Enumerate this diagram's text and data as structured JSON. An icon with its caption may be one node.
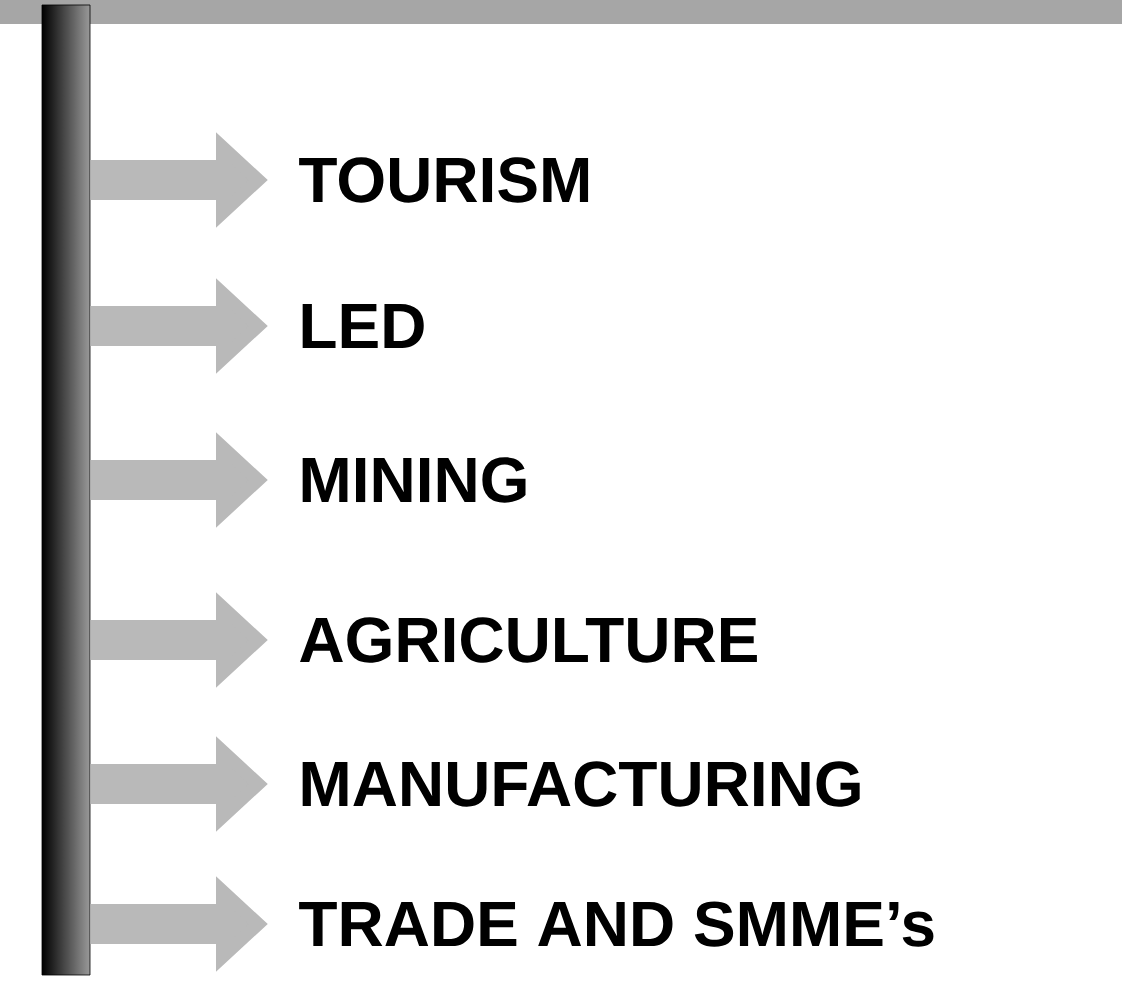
{
  "diagram": {
    "nodes": [
      {
        "text": [],
        "shape": "bar"
      },
      {
        "text": [
          "TOURISM"
        ]
      },
      {
        "text": [
          "LED"
        ]
      },
      {
        "text": [
          "MINING"
        ]
      },
      {
        "text": [
          "AGRICULTURE"
        ]
      },
      {
        "text": [
          "MANUFACTURING"
        ]
      },
      {
        "text": [
          "TRADE AND SMME’s"
        ]
      }
    ],
    "edges": [
      {
        "from": 0,
        "to": 1,
        "arrow": "to"
      },
      {
        "from": 0,
        "to": 2,
        "arrow": "to"
      },
      {
        "from": 0,
        "to": 3,
        "arrow": "to"
      },
      {
        "from": 0,
        "to": 4,
        "arrow": "to"
      },
      {
        "from": 0,
        "to": 5,
        "arrow": "to"
      },
      {
        "from": 0,
        "to": 6,
        "arrow": "to"
      }
    ]
  }
}
